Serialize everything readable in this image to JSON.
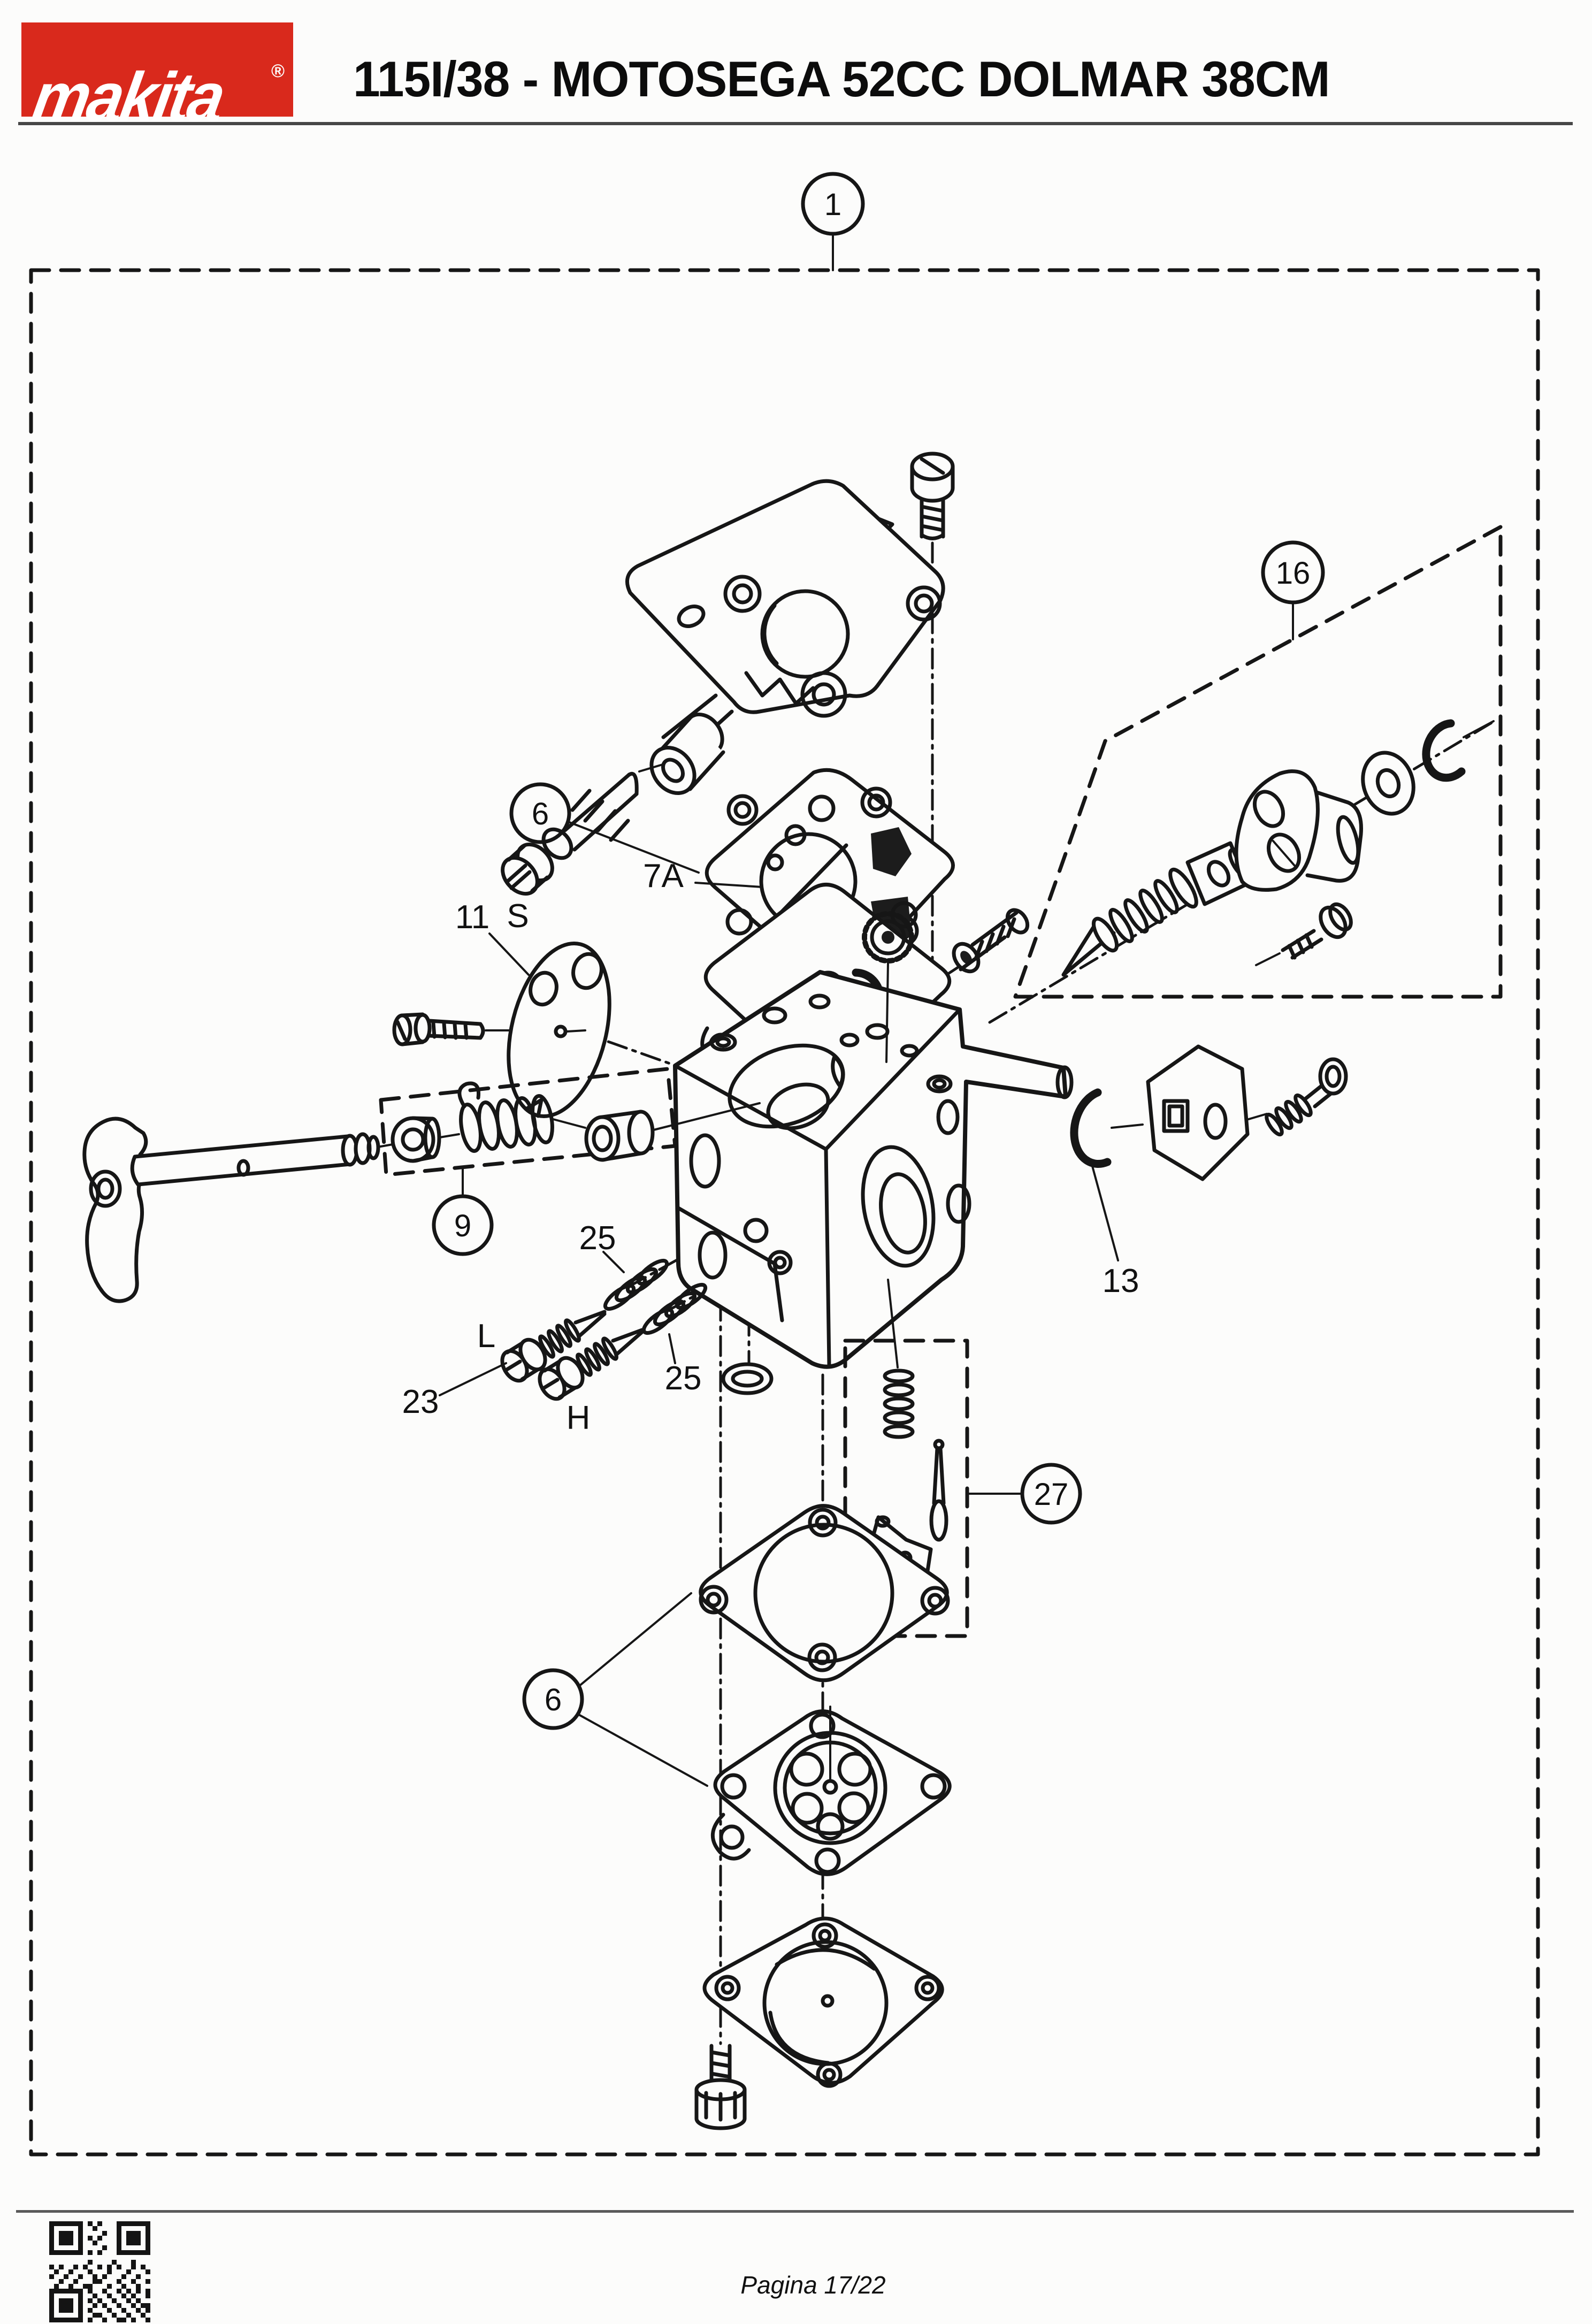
{
  "header": {
    "logo": {
      "text": "makita",
      "reg": "®"
    },
    "title": "115I/38 - MOTOSEGA 52CC DOLMAR 38CM"
  },
  "diagram": {
    "callouts": [
      {
        "name": "assembly",
        "label": "1"
      },
      {
        "name": "valve-kit",
        "label": "16"
      },
      {
        "name": "gasket-top",
        "label": "6"
      },
      {
        "name": "pump-diaphragm",
        "label": "7A"
      },
      {
        "name": "throttle-plate",
        "label": "11"
      },
      {
        "name": "pump-screw",
        "label": "S"
      },
      {
        "name": "plunger-kit",
        "label": "9"
      },
      {
        "name": "spring-low",
        "label": "25"
      },
      {
        "name": "needle-low",
        "label": "L"
      },
      {
        "name": "needle-pair",
        "label": "23"
      },
      {
        "name": "needle-high",
        "label": "H"
      },
      {
        "name": "spring-high",
        "label": "25"
      },
      {
        "name": "inlet-needle-kit",
        "label": "27"
      },
      {
        "name": "retaining-clip",
        "label": "13"
      },
      {
        "name": "gasket-bottom",
        "label": "6"
      }
    ],
    "colors": {
      "line": "#161616",
      "brand_red": "#d9291c"
    }
  },
  "footer": {
    "page": "Pagina 17/22"
  }
}
